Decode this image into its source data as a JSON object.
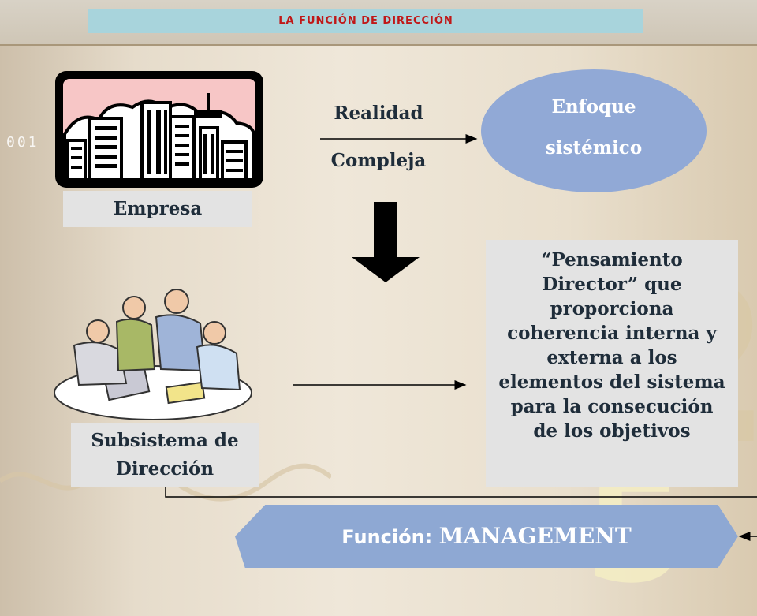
{
  "title": "LA FUNCIÓN DE DIRECCIÓN",
  "decor": {
    "digits": "001"
  },
  "left": {
    "empresa_label": "Empresa",
    "subsistema_label_line1": "Subsistema de",
    "subsistema_label_line2": "Dirección"
  },
  "middle": {
    "realidad_line1": "Realidad",
    "realidad_line2": "Compleja"
  },
  "right": {
    "enfoque_line1": "Enfoque",
    "enfoque_line2": "sistémico",
    "pensamiento_text": "“Pensamiento\nDirector” que\nproporciona\ncoherencia interna y\nexterna a los\nelementos del sistema\npara la consecución\nde los objetivos"
  },
  "bottom": {
    "funcion_prefix": "Función: ",
    "funcion_strong": "MANAGEMENT"
  },
  "colors": {
    "title_bg": "#a8d4dc",
    "title_text": "#c01818",
    "ellipse": "#91a9d6",
    "box": "#e3e3e3",
    "banner": "#8ea8d3"
  },
  "icons": [
    "city-skyline-icon",
    "team-meeting-icon",
    "down-arrow-icon"
  ]
}
